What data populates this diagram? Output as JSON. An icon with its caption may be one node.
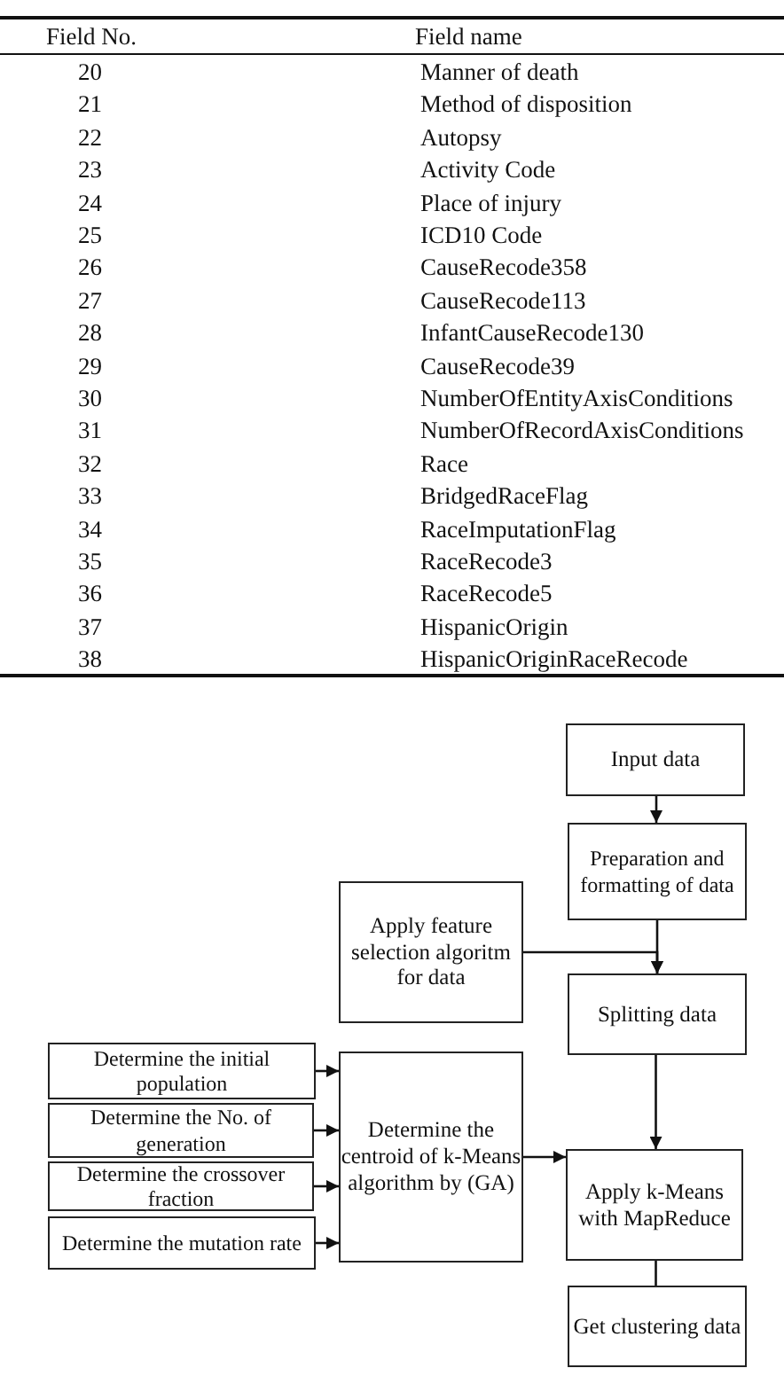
{
  "diagram": {
    "nodes": [
      {
        "text": [
          "Input data"
        ]
      },
      {
        "text": [
          "Preparation and formatting of data"
        ]
      },
      {
        "text": [
          "Apply feature selection algoritm for data"
        ]
      },
      {
        "text": [
          "Splitting data"
        ]
      },
      {
        "text": [
          "Determine the initial population"
        ]
      },
      {
        "text": [
          "Determine the No. of generation"
        ]
      },
      {
        "text": [
          "Determine the crossover fraction"
        ]
      },
      {
        "text": [
          "Determine the mutation rate"
        ]
      },
      {
        "text": [
          "Determine the centroid of k-Means algorithm by (GA)"
        ]
      },
      {
        "text": [
          "Apply k-Means with MapReduce"
        ]
      },
      {
        "text": [
          "Get clustering data"
        ]
      }
    ],
    "edges": [
      {
        "from": 0,
        "to": 1,
        "arrow": "to"
      },
      {
        "from": 1,
        "to": 3,
        "arrow": "to"
      },
      {
        "from": 2,
        "to": 3,
        "arrow": "to"
      },
      {
        "from": 3,
        "to": 9,
        "arrow": "to"
      },
      {
        "from": 4,
        "to": 8,
        "arrow": "to"
      },
      {
        "from": 5,
        "to": 8,
        "arrow": "to"
      },
      {
        "from": 6,
        "to": 8,
        "arrow": "to"
      },
      {
        "from": 7,
        "to": 8,
        "arrow": "to"
      },
      {
        "from": 8,
        "to": 9,
        "arrow": "to"
      },
      {
        "from": 9,
        "to": 10,
        "arrow": "none"
      }
    ],
    "labels": [
      "Field No.",
      "Field name",
      "20",
      "Manner of death",
      "21",
      "Method of disposition",
      "22",
      "Autopsy",
      "23",
      "Activity Code",
      "24",
      "Place of injury",
      "25",
      "ICD10 Code",
      "26",
      "CauseRecode358",
      "27",
      "CauseRecode113",
      "28",
      "InfantCauseRecode130",
      "29",
      "CauseRecode39",
      "30",
      "NumberOfEntityAxisConditions",
      "31",
      "NumberOfRecordAxisConditions",
      "32",
      "Race",
      "33",
      "BridgedRaceFlag",
      "34",
      "RaceImputationFlag",
      "35",
      "RaceRecode3",
      "36",
      "RaceRecode5",
      "37",
      "HispanicOrigin",
      "38",
      "HispanicOriginRaceRecode"
    ]
  }
}
